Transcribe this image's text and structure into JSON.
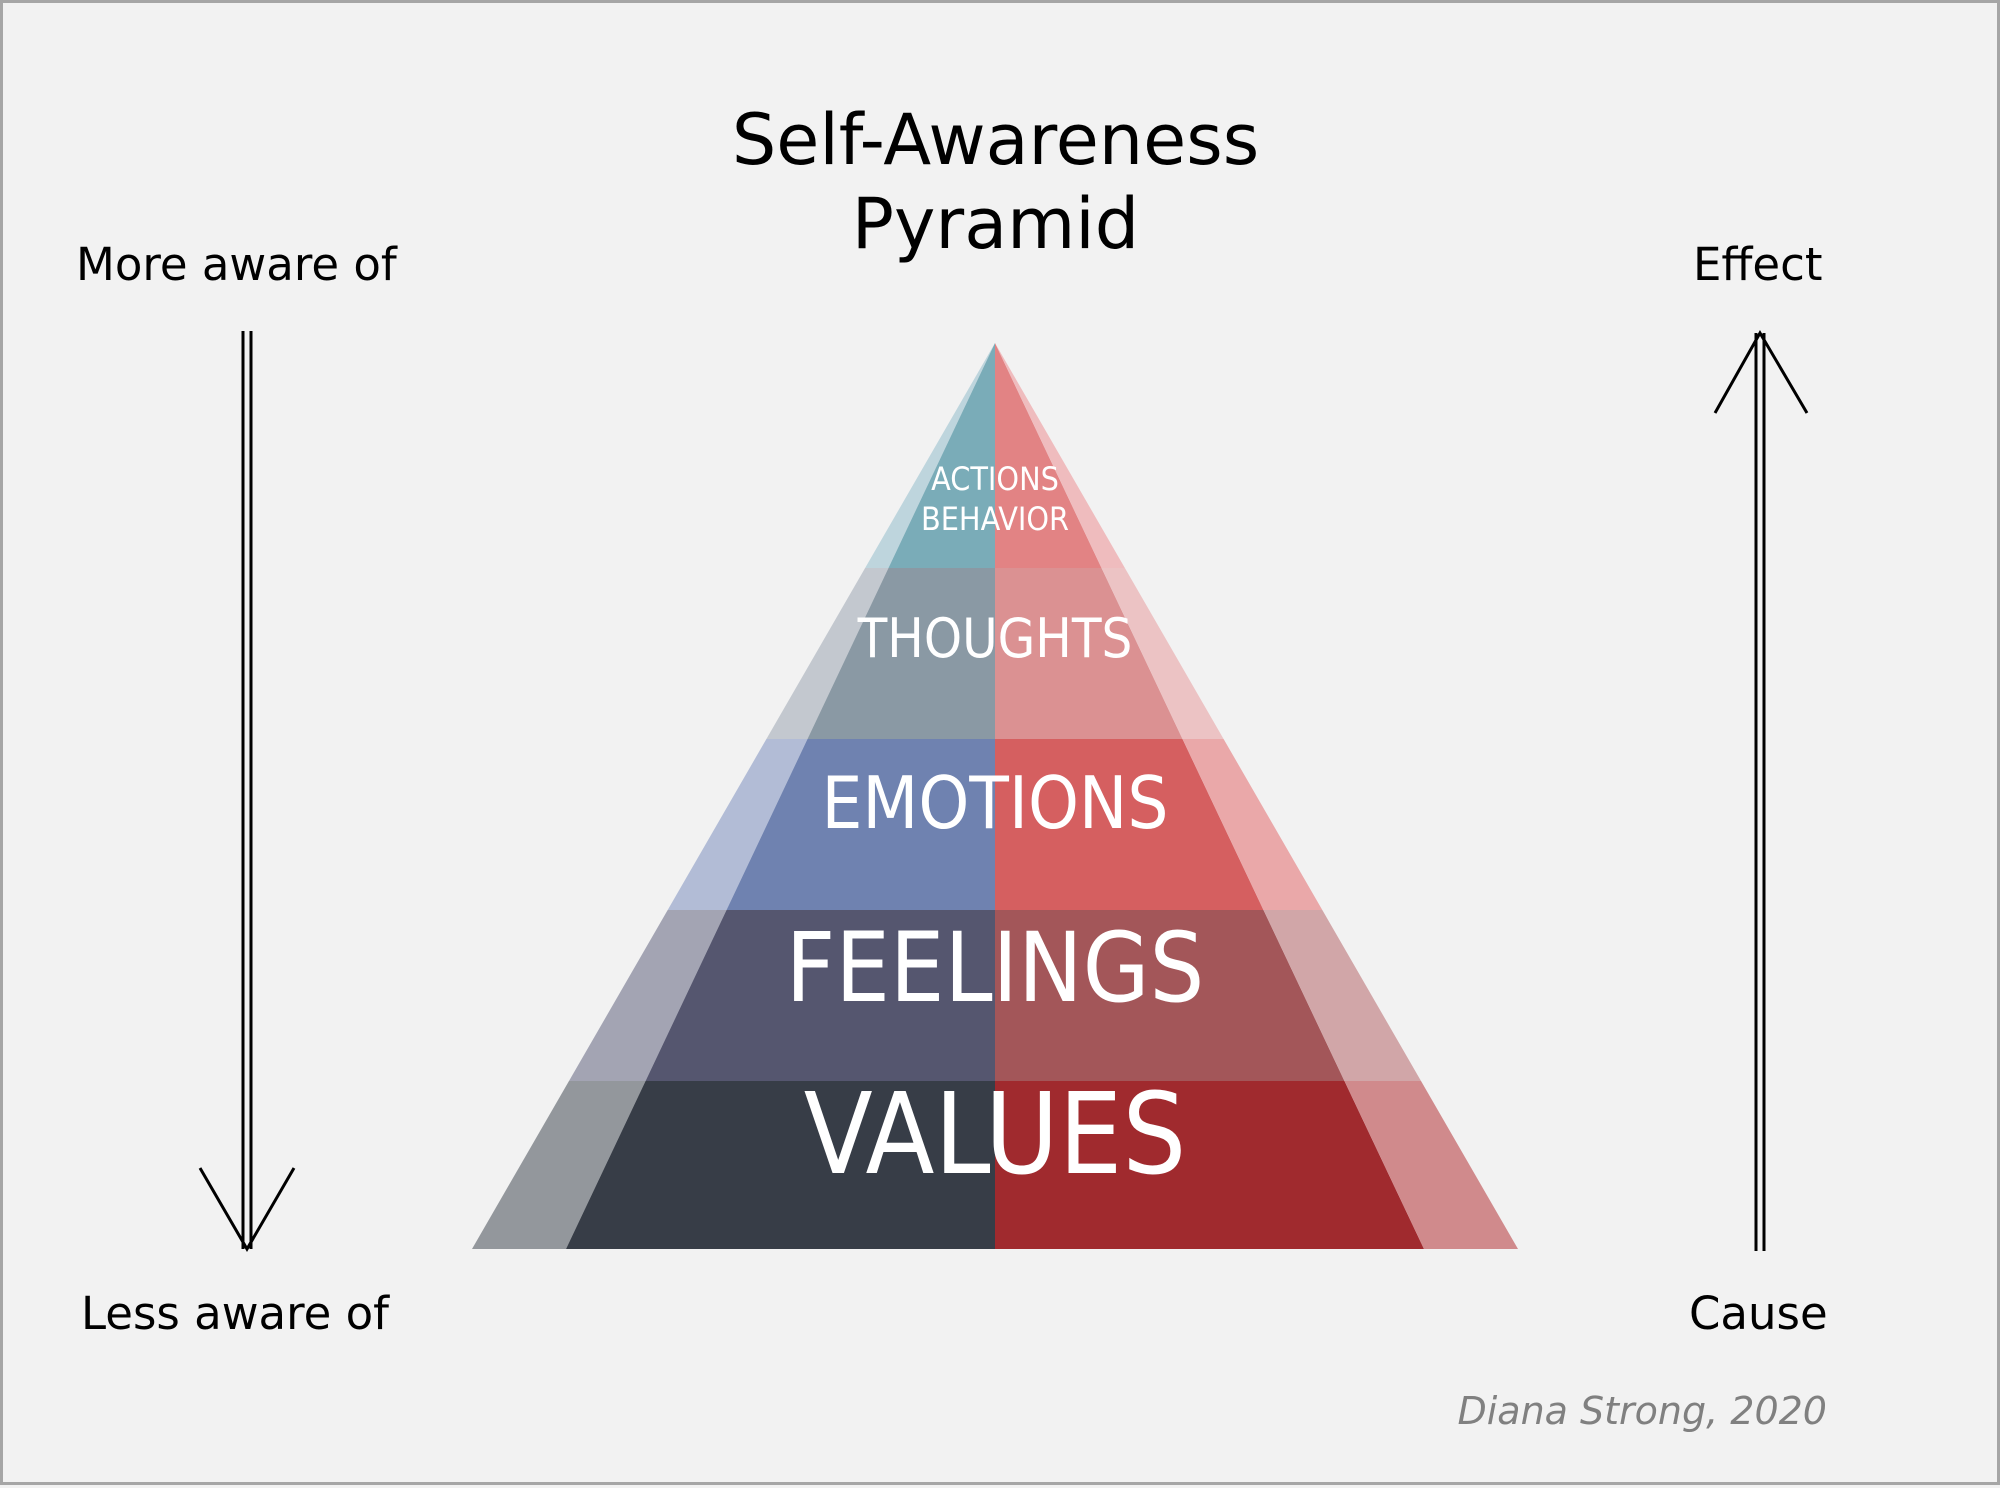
{
  "diagram": {
    "title_line1": "Self-Awareness",
    "title_line2": "Pyramid",
    "left_top_label": "More aware of",
    "left_bottom_label": "Less aware of",
    "right_top_label": "Effect",
    "right_bottom_label": "Cause",
    "credit": "Diana Strong, 2020",
    "levels": [
      {
        "name": "actions-behavior",
        "lines": [
          "ACTIONS",
          "BEHAVIOR"
        ],
        "colors": {
          "outer_left": "#bed5dd",
          "inner_left": "#7aacb8",
          "inner_right": "#e28384",
          "outer_right": "#efbcbe"
        }
      },
      {
        "name": "thoughts",
        "lines": [
          "THOUGHTS"
        ],
        "colors": {
          "outer_left": "#c3c8cf",
          "inner_left": "#8a99a4",
          "inner_right": "#db9192",
          "outer_right": "#ecc3c4"
        }
      },
      {
        "name": "emotions",
        "lines": [
          "EMOTIONS"
        ],
        "colors": {
          "outer_left": "#b2bcd6",
          "inner_left": "#6f82b0",
          "inner_right": "#d55f60",
          "outer_right": "#eaa8a9"
        }
      },
      {
        "name": "feelings",
        "lines": [
          "FEELINGS"
        ],
        "colors": {
          "outer_left": "#a3a4b3",
          "inner_left": "#55566f",
          "inner_right": "#a35659",
          "outer_right": "#d1a6a8"
        }
      },
      {
        "name": "values",
        "lines": [
          "VALUES"
        ],
        "colors": {
          "outer_left": "#93979c",
          "inner_left": "#373d47",
          "inner_right": "#a02a2e",
          "outer_right": "#d08a8c"
        }
      }
    ],
    "arrow_color": "#000000"
  }
}
